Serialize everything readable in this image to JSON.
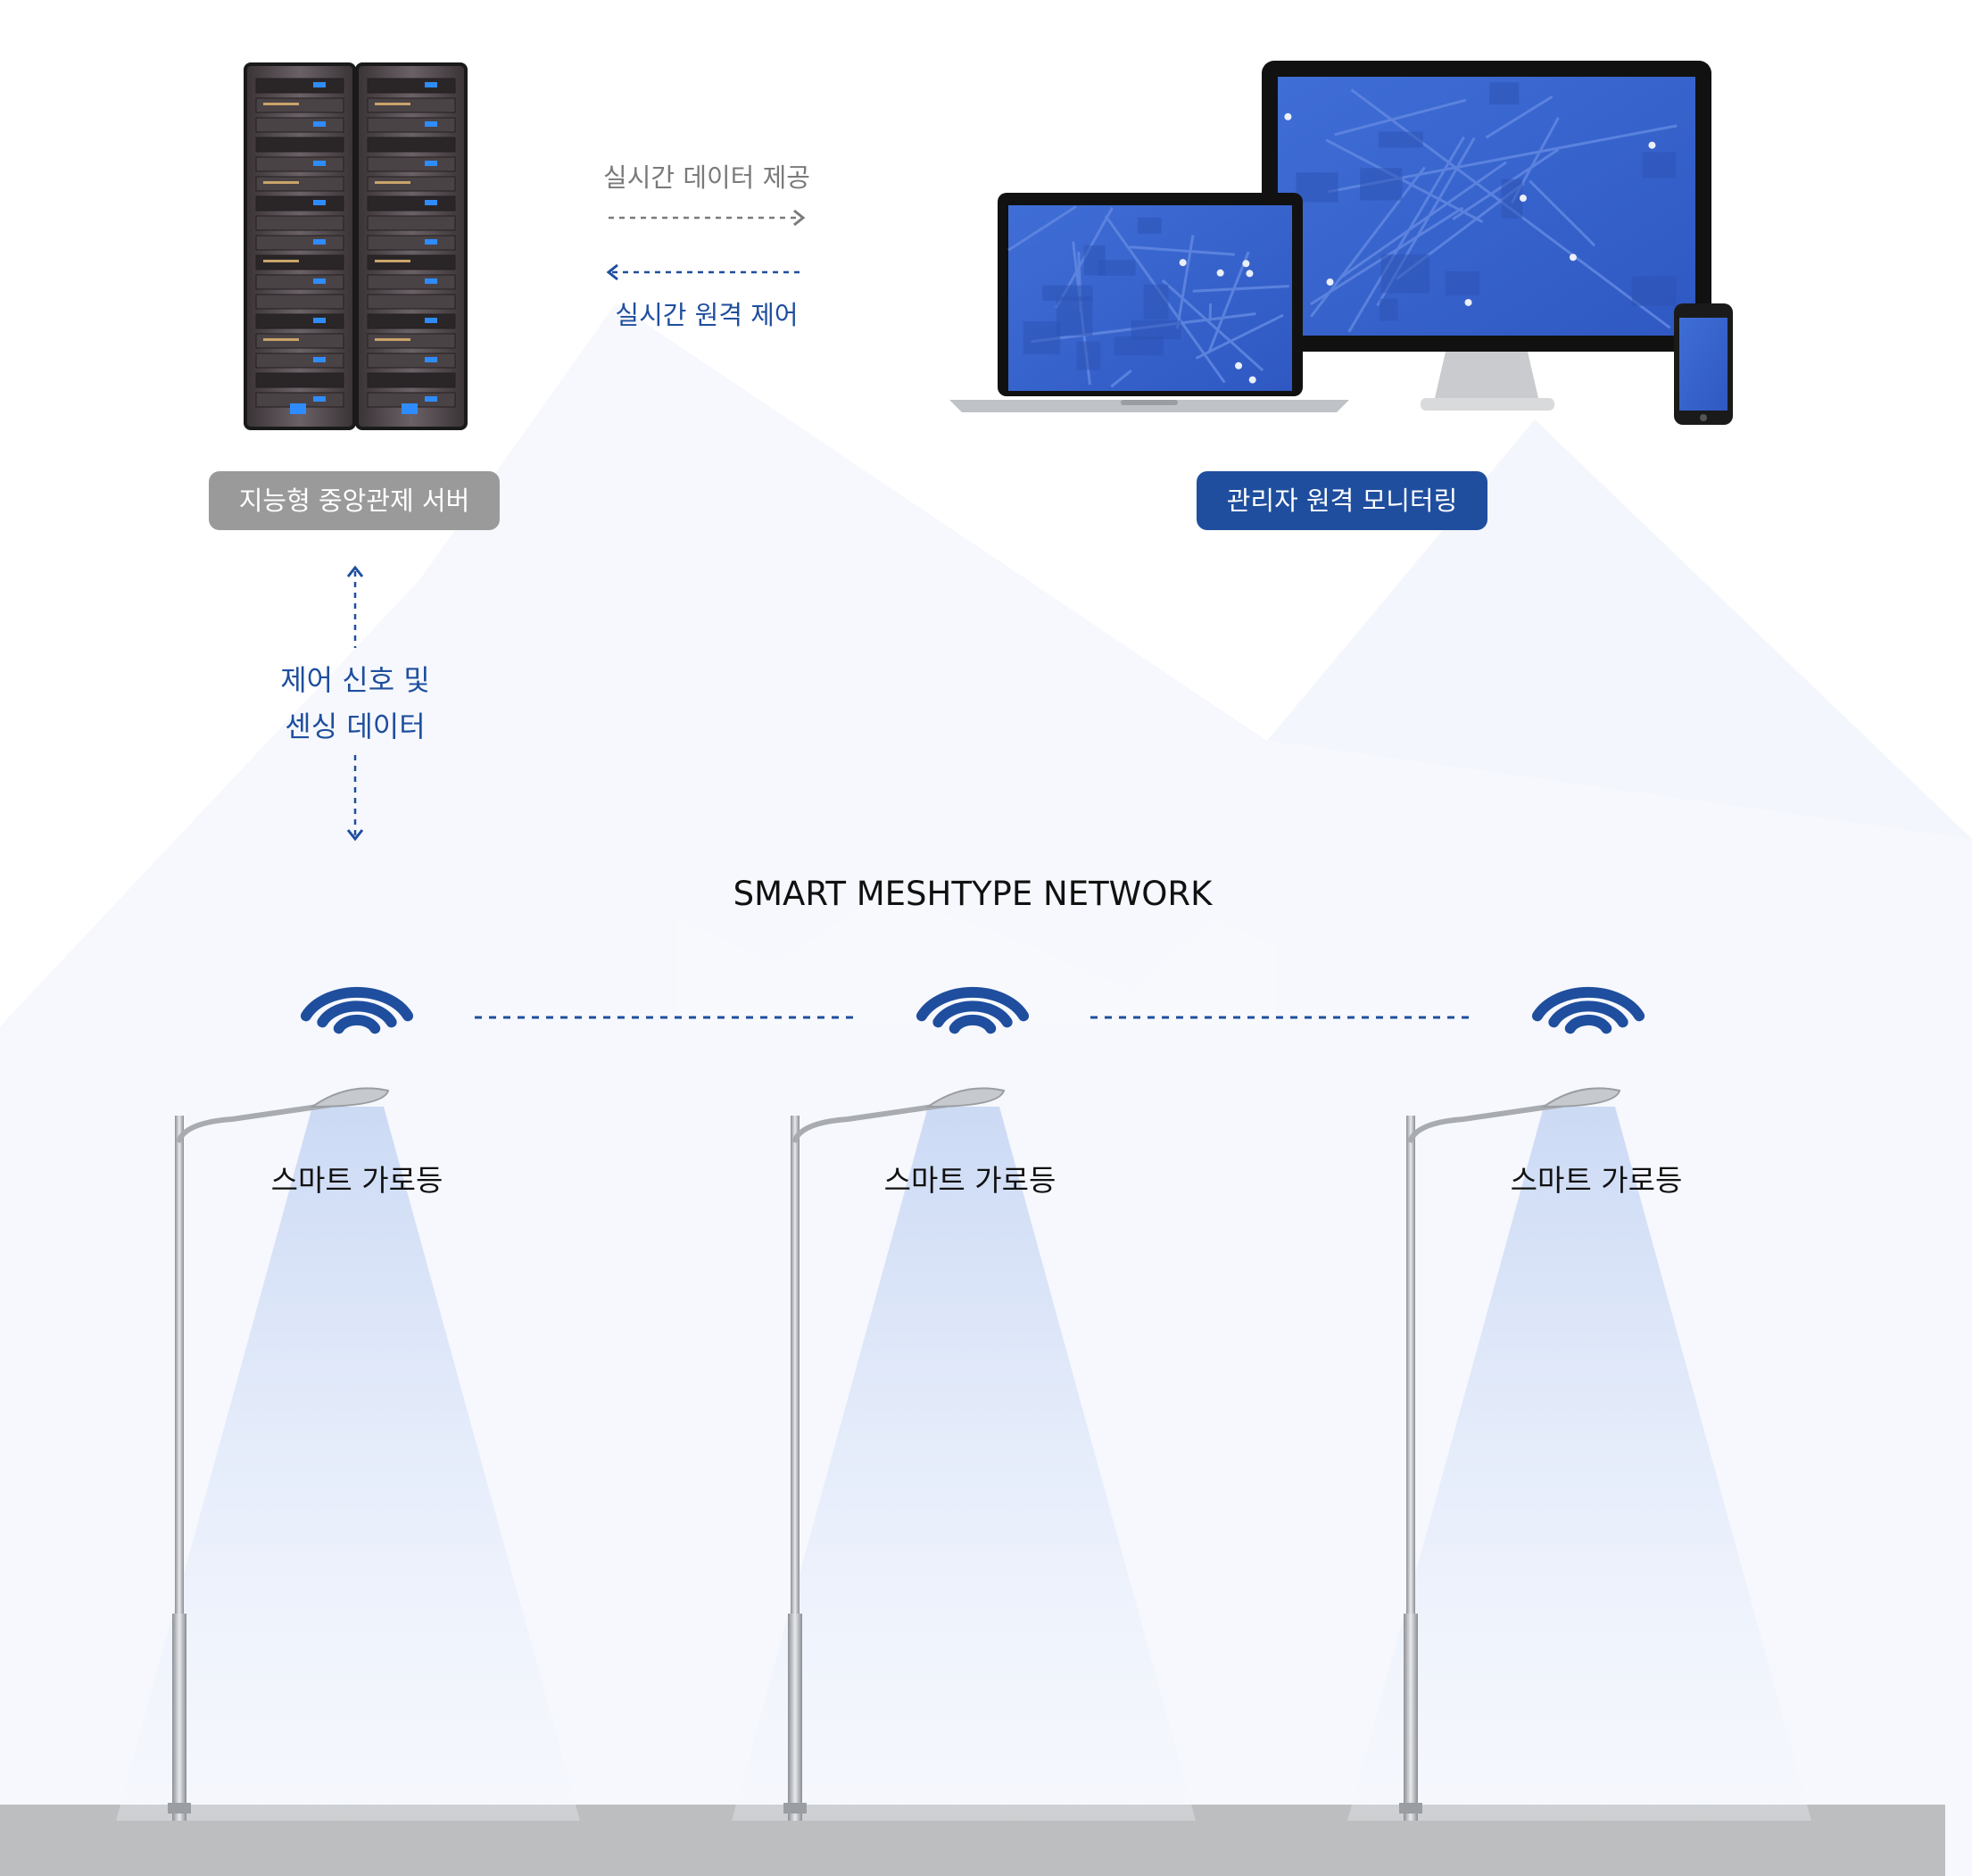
{
  "colors": {
    "brand_blue": "#1f4e9e",
    "server_badge": "#9a9a9a",
    "arrow_gray": "#7a7a7a",
    "ground": "#bdbec0",
    "beam_blue": "#dbe6f8",
    "background_tint": "#f6f8fd"
  },
  "server": {
    "badge_label": "지능형 중앙관제 서버",
    "icon": "server-rack-icon"
  },
  "monitoring": {
    "badge_label": "관리자 원격 모니터링",
    "icons": [
      "laptop-icon",
      "monitor-icon",
      "smartphone-icon"
    ]
  },
  "flows": {
    "to_monitor_label": "실시간 데이터 제공",
    "to_server_label": "실시간 원격 제어",
    "vertical_label_line1": "제어 신호 및",
    "vertical_label_line2": "센싱 데이터"
  },
  "network": {
    "title": "SMART MESHTYPE NETWORK"
  },
  "streetlights": [
    {
      "label": "스마트 가로등",
      "icon": "wifi-icon"
    },
    {
      "label": "스마트 가로등",
      "icon": "wifi-icon"
    },
    {
      "label": "스마트 가로등",
      "icon": "wifi-icon"
    }
  ]
}
